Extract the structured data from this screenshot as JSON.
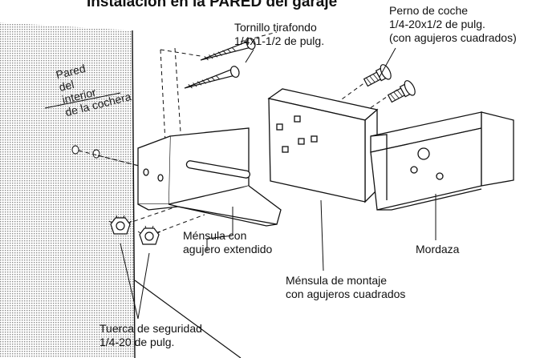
{
  "title": "Instalación en la PARED del garaje",
  "wall_label": [
    "Pared",
    "del",
    "interior",
    "de la cochera"
  ],
  "labels": {
    "lag_screw": [
      "Tornillo tirafondo",
      "1/4x1-1/2 de pulg."
    ],
    "carriage_bolt": [
      "Perno de coche",
      "1/4-20x1/2 de pulg.",
      "(con agujeros cuadrados)"
    ],
    "slotted_bracket": [
      "Ménsula con",
      "agujero extendido"
    ],
    "clamp": [
      "Mordaza"
    ],
    "mounting_bracket": [
      "Ménsula de montaje",
      "con agujeros cuadrados"
    ],
    "lock_nut": [
      "Tuerca de seguridad",
      "1/4-20 de pulg."
    ]
  }
}
